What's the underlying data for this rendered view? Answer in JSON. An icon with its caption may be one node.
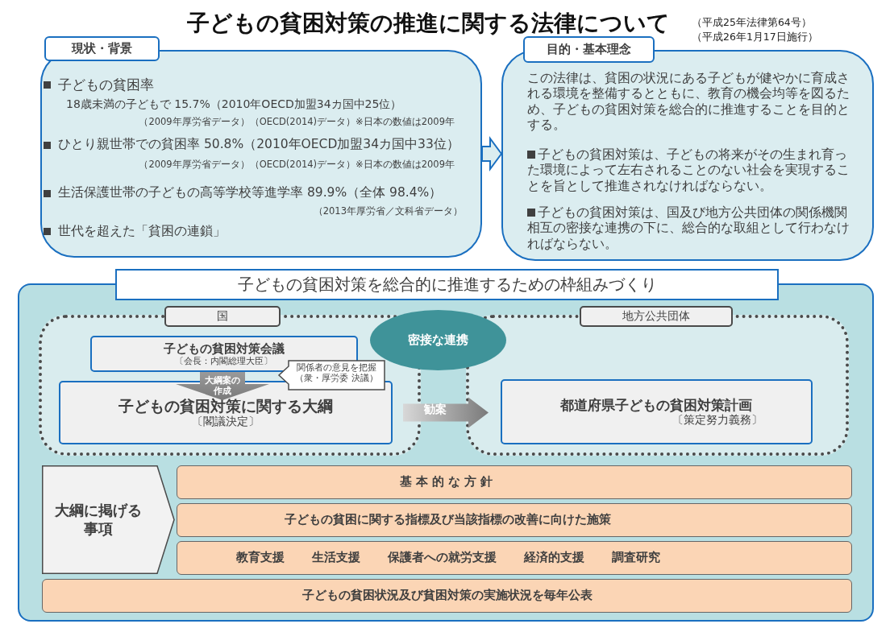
{
  "diagram": {
    "title": "子どもの貧困対策の推進に関する法律について",
    "nodes": [
      {
        "text": [
          "現状・背景",
          "子どもの貧困率",
          "18歳未満の子どもで 15.7%（2010年OECD加盟34カ国中25位）",
          "（2009年厚労省データ）（OECD(2014)データ）※日本の数値は2009年",
          "ひとり親世帯での貧困率 50.8%（2010年OECD加盟34カ国中33位）",
          "（2009年厚労省データ）（OECD(2014)データ）※日本の数値は2009年",
          "生活保護世帯の子どもの高等学校等進学率 89.9%（全体 98.4%）",
          "（2013年厚労省／文科省データ）",
          "世代を超えた「貧困の連鎖」"
        ]
      },
      {
        "text": [
          "目的・基本理念",
          "この法律は、貧困の状況にある子どもが健やかに育成される環境を整備するとともに、教育の機会均等を図るため、子どもの貧困対策を総合的に推進することを目的とする。",
          "子どもの貧困対策は、子どもの将来がその生まれ育った環境によって左右されることのない社会を実現することを旨として推進されなければならない。",
          "子どもの貧困対策は、国及び地方公共団体の関係機関相互の密接な連携の下に、総合的な取組として行わなければならない。"
        ]
      },
      {
        "text": [
          "子どもの貧困対策を総合的に推進するための枠組みづくり"
        ]
      },
      {
        "text": [
          "国"
        ],
        "in": 2
      },
      {
        "text": [
          "地方公共団体"
        ],
        "in": 2
      },
      {
        "text": [
          "子どもの貧困対策会議",
          "〔会長：内閣総理大臣〕"
        ],
        "in": 3
      },
      {
        "text": [
          "子どもの貧困対策に関する大綱",
          "〔閣議決定〕"
        ],
        "in": 3
      },
      {
        "text": [
          "関係者の意見を把握",
          "（衆・厚労委 決議）"
        ],
        "in": 3
      },
      {
        "text": [
          "密接な連携"
        ],
        "in": 2
      },
      {
        "text": [
          "都道府県子どもの貧困対策計画",
          "〔策定努力義務〕"
        ],
        "in": 4
      },
      {
        "text": [
          "大綱に掲げる事項"
        ],
        "in": 2
      },
      {
        "text": [
          "基本的な方針"
        ],
        "in": 2
      },
      {
        "text": [
          "子どもの貧困に関する指標及び当該指標の改善に向けた施策"
        ],
        "in": 2
      },
      {
        "text": [
          "教育支援",
          "生活支援",
          "保護者への就労支援",
          "経済的支援",
          "調査研究"
        ],
        "in": 2
      },
      {
        "text": [
          "子どもの貧困状況及び貧困対策の実施状況を毎年公表"
        ],
        "in": 2
      }
    ],
    "edges": [
      {
        "from": 0,
        "to": 1,
        "arrow": "to"
      },
      {
        "from": 5,
        "to": 6,
        "arrow": "to",
        "label": "大綱案の作成"
      },
      {
        "from": 6,
        "to": 9,
        "arrow": "to",
        "label": "勧案"
      }
    ],
    "labels": [
      "（平成25年法律第64号）",
      "（平成26年1月17日施行）"
    ]
  }
}
